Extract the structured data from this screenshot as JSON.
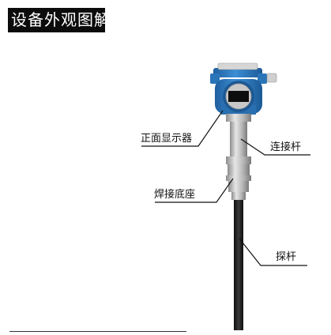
{
  "title": "设备外观图解",
  "labels": {
    "display": "正面显示器",
    "connecting_rod": "连接杆",
    "weld_base": "焊接底座",
    "probe_rod": "探杆"
  },
  "colors": {
    "title_bg": "#0c0c0c",
    "housing_blue": "#2a74b8",
    "probe_dark": "#1e1e1e"
  }
}
